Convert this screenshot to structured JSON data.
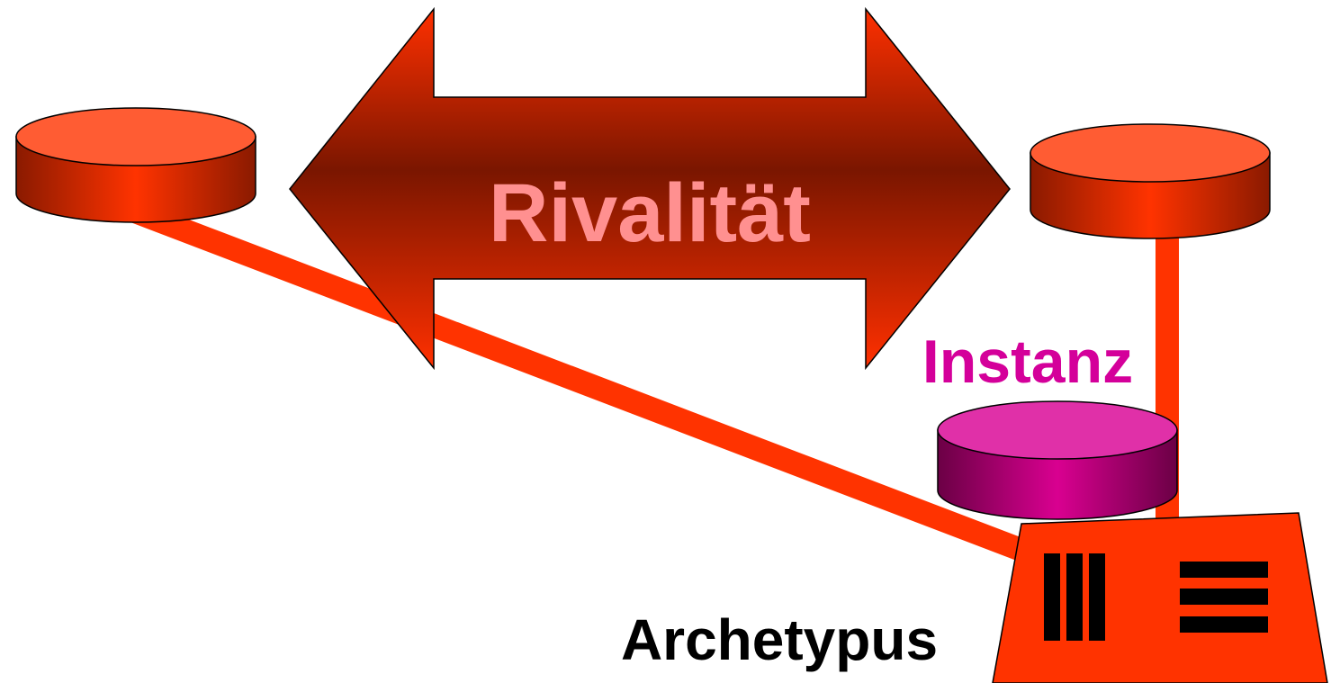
{
  "diagram": {
    "arrow_label": "Rivalität",
    "instance_label": "Instanz",
    "archetype_label": "Archetypus",
    "archetype_symbols": [
      "III",
      "≡"
    ]
  },
  "colors": {
    "arrow_light": "#d62b00",
    "arrow_dark": "#7a1600",
    "arrow_text": "#ff9090",
    "disc_top": "#ff5c33",
    "disc_side_light": "#ff3300",
    "disc_side_dark": "#8a1a00",
    "connector": "#ff3300",
    "instance_top": "#e030a8",
    "instance_side_light": "#d90090",
    "instance_side_dark": "#6b0045",
    "instance_text": "#d4009a",
    "archetype_fill": "#ff3300",
    "archetype_text": "#000000"
  }
}
